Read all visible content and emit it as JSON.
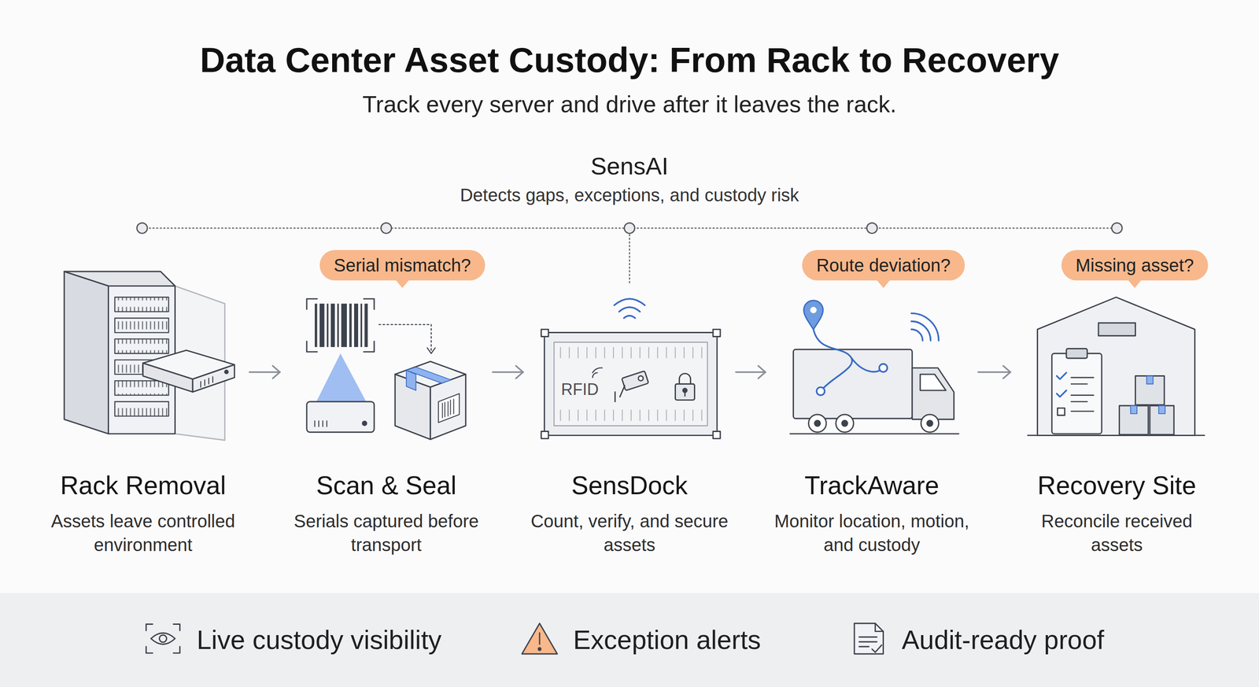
{
  "diagram": {
    "title": "Data Center Asset Custody: From Rack to Recovery",
    "nodes": [
      {
        "text": [
          "SensAI",
          "Detects gaps, exceptions, and custody risk"
        ]
      },
      {
        "text": [
          "Serial mismatch?"
        ]
      },
      {
        "text": [
          "Route deviation?"
        ]
      },
      {
        "text": [
          "Missing asset?"
        ]
      },
      {
        "text": [
          "Rack Removal",
          "Assets leave controlled environment"
        ]
      },
      {
        "text": [
          "Scan & Seal",
          "Serials captured before transport"
        ]
      },
      {
        "text": [
          "SensDock",
          "Count, verify, and secure assets"
        ]
      },
      {
        "text": [
          "TrackAware",
          "Monitor location, motion, and custody"
        ]
      },
      {
        "text": [
          "Recovery Site",
          "Reconcile received assets"
        ]
      },
      {
        "text": [
          "Live custody visibility",
          "Exception alerts",
          "Audit-ready proof"
        ]
      }
    ],
    "edges": [
      {
        "from": 4,
        "to": 5,
        "arrow": "to"
      },
      {
        "from": 5,
        "to": 6,
        "arrow": "to"
      },
      {
        "from": 6,
        "to": 7,
        "arrow": "to"
      },
      {
        "from": 7,
        "to": 8,
        "arrow": "to"
      }
    ],
    "labels": [
      "Track every server and drive after it leaves the rack.",
      "RFID"
    ]
  }
}
